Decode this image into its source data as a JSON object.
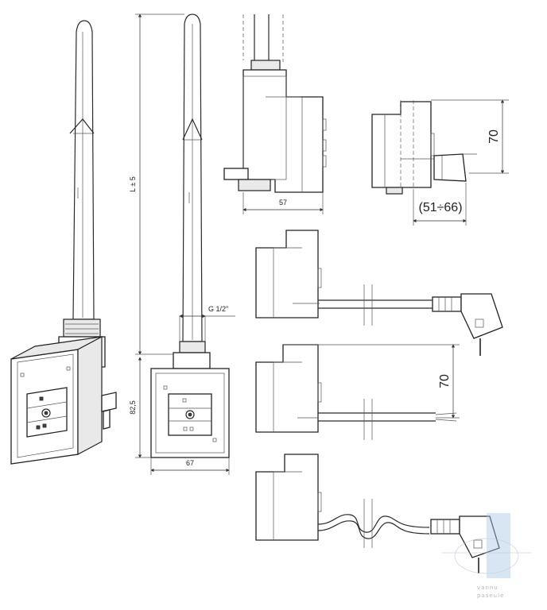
{
  "dimensions": {
    "length": "L ± 5",
    "thread": "G 1/2\"",
    "height_front": "82,5",
    "width_front": "67",
    "width_side": "57",
    "depth_top": "70",
    "range_top": "(51÷66)",
    "depth_cable": "70"
  },
  "watermark": {
    "text_line1": "vannu",
    "text_line2": "paseule",
    "accent_color": "#aac6e6"
  },
  "colors": {
    "line": "#2a2a2a",
    "background": "#ffffff"
  }
}
